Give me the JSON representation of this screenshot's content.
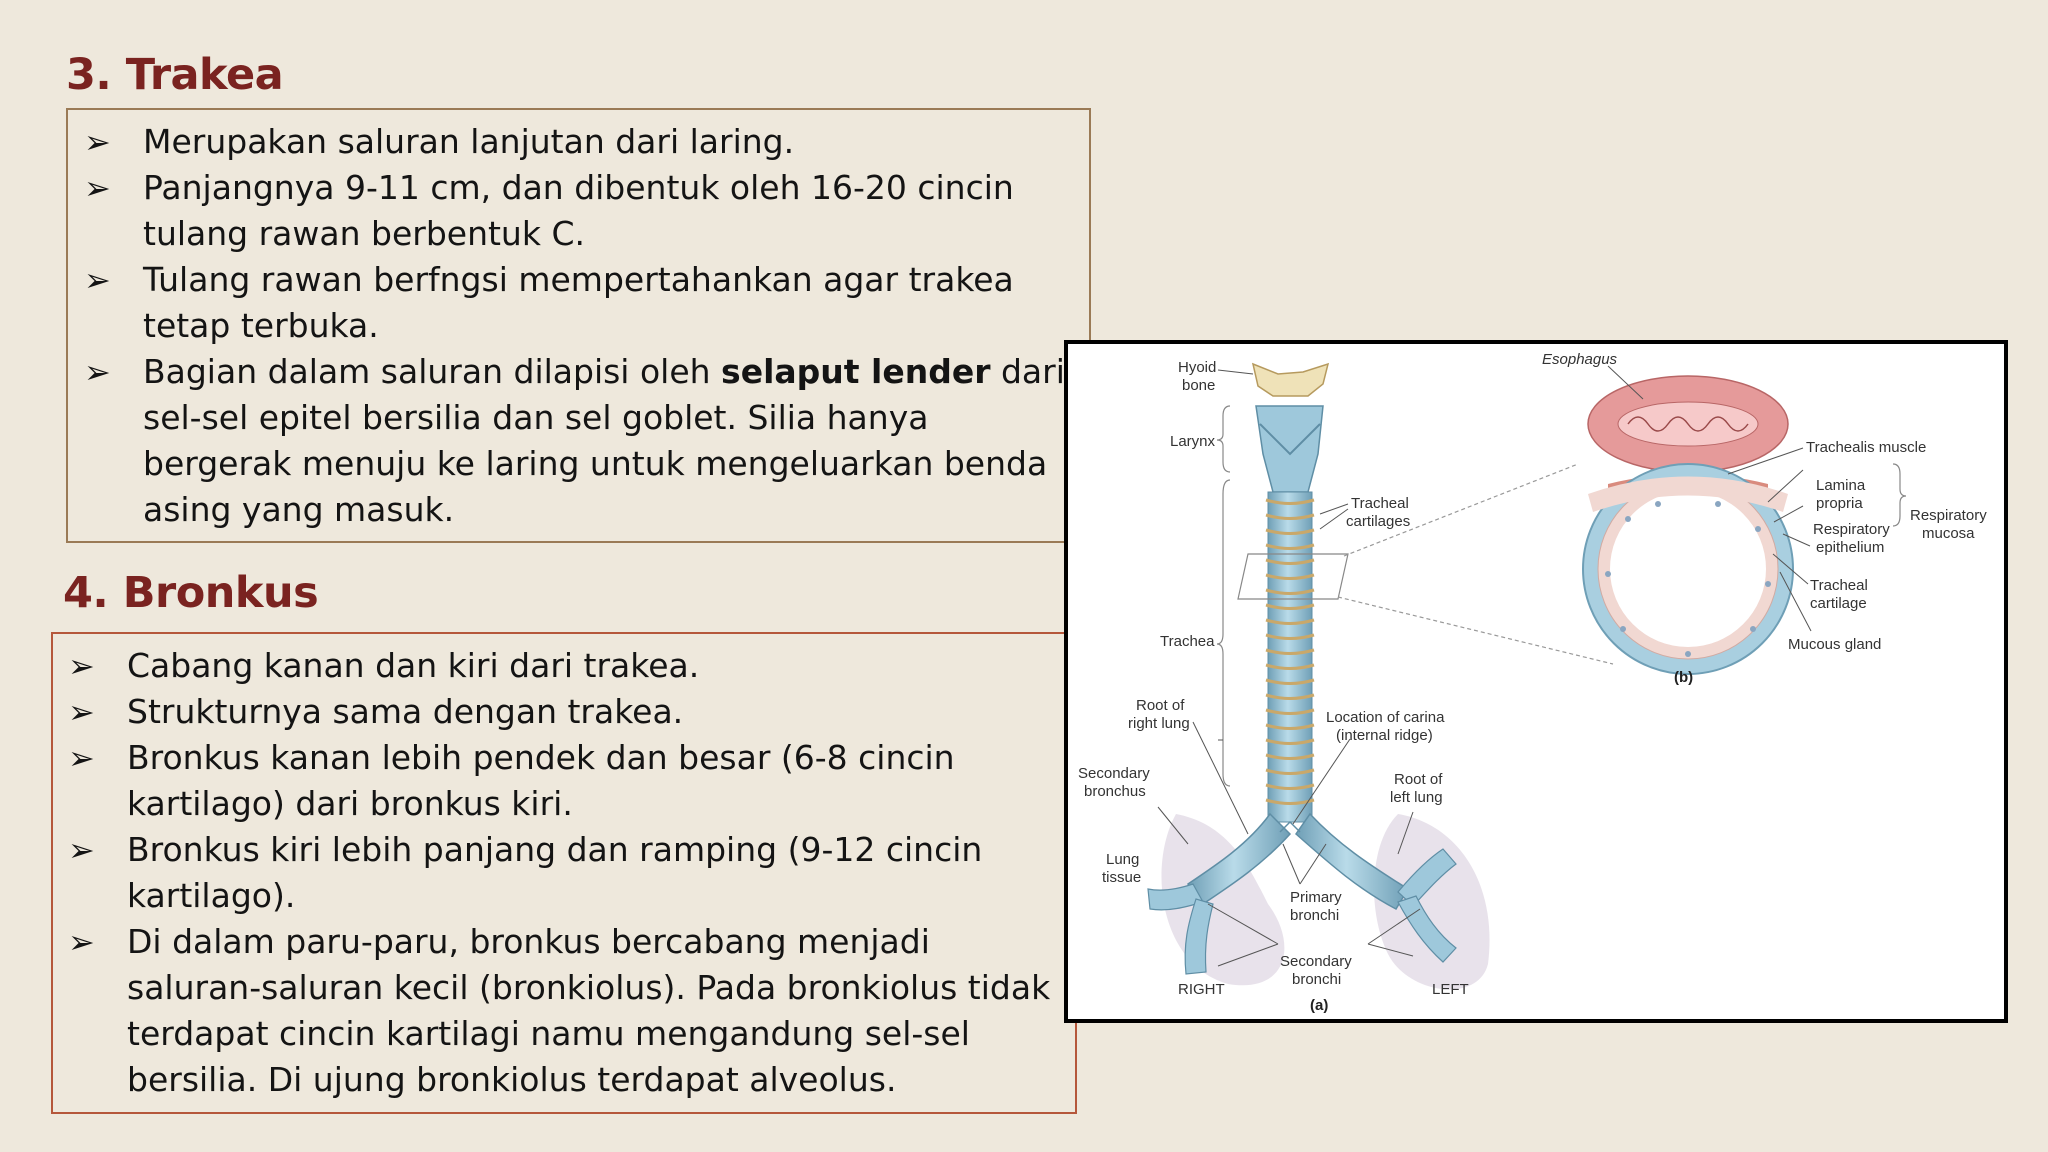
{
  "trakea": {
    "heading": "3. Trakea",
    "bullets": [
      {
        "text": "Merupakan saluran lanjutan dari laring."
      },
      {
        "text": "Panjangnya 9-11 cm, dan dibentuk oleh 16-20 cincin tulang rawan berbentuk C."
      },
      {
        "text": "Tulang rawan berfngsi mempertahankan agar trakea tetap terbuka."
      },
      {
        "before": "Bagian dalam saluran dilapisi oleh ",
        "bold": "selaput lender",
        "after": " dari sel-sel epitel bersilia dan sel goblet. Silia hanya bergerak menuju ke laring untuk mengeluarkan benda asing yang masuk."
      }
    ]
  },
  "bronkus": {
    "heading": "4. Bronkus",
    "bullets": [
      "Cabang kanan dan kiri dari trakea.",
      "Strukturnya sama dengan trakea.",
      "Bronkus kanan lebih pendek dan besar (6-8 cincin kartilago) dari bronkus kiri.",
      "Bronkus kiri lebih panjang dan ramping (9-12 cincin kartilago).",
      "Di dalam paru-paru, bronkus bercabang menjadi saluran-saluran kecil (bronkiolus). Pada bronkiolus tidak terdapat cincin kartilagi namu mengandung sel-sel bersilia. Di ujung bronkiolus terdapat alveolus."
    ]
  },
  "bullet_glyph": "➢",
  "figure": {
    "labels": {
      "hyoid_1": "Hyoid",
      "hyoid_2": "bone",
      "larynx": "Larynx",
      "tracheal_cart_1": "Tracheal",
      "tracheal_cart_2": "cartilages",
      "trachea": "Trachea",
      "root_right_1": "Root of",
      "root_right_2": "right lung",
      "carina_1": "Location of carina",
      "carina_2": "(internal ridge)",
      "secondary_bronchus_1": "Secondary",
      "secondary_bronchus_2": "bronchus",
      "root_left_1": "Root of",
      "root_left_2": "left lung",
      "lung_tissue_1": "Lung",
      "lung_tissue_2": "tissue",
      "primary_bronchi_1": "Primary",
      "primary_bronchi_2": "bronchi",
      "secondary_bronchi_1": "Secondary",
      "secondary_bronchi_2": "bronchi",
      "right": "RIGHT",
      "left": "LEFT",
      "a": "(a)",
      "esophagus": "Esophagus",
      "trachealis": "Trachealis muscle",
      "lamina_1": "Lamina",
      "lamina_2": "propria",
      "resp_epi_1": "Respiratory",
      "resp_epi_2": "epithelium",
      "resp_mucosa_1": "Respiratory",
      "resp_mucosa_2": "mucosa",
      "tracheal_cartilage_1": "Tracheal",
      "tracheal_cartilage_2": "cartilage",
      "mucous_gland": "Mucous gland",
      "b": "(b)"
    },
    "colors": {
      "cartilage": "#a9cfe0",
      "cartilage_shadow": "#6f9fb6",
      "ring_gap": "#c9a86a",
      "lung": "#e6dfe9",
      "esophagus": "#e59a9a",
      "mucosa": "#f1d8d2"
    }
  }
}
